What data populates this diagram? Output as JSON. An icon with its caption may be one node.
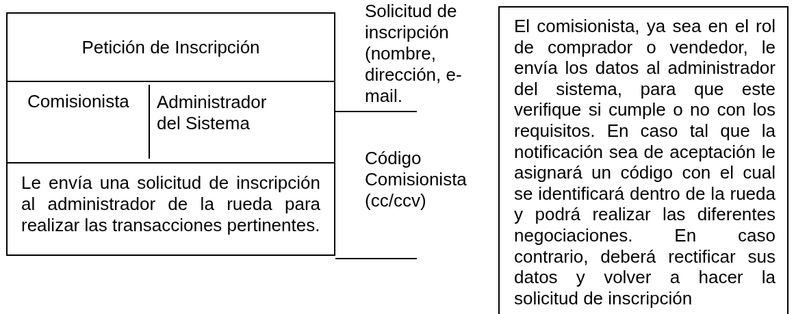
{
  "diagram": {
    "nodes": [
      {
        "text": [
          "Petición de Inscripción"
        ]
      },
      {
        "text": [
          "Comisionista"
        ],
        "in": 0
      },
      {
        "text": [
          "Administrador del Sistema"
        ],
        "in": 0
      },
      {
        "text": [
          "Le envía una solicitud de inscripción al administrador de la rueda para realizar las transacciones pertinentes."
        ],
        "in": 0
      },
      {
        "text": [
          "Solicitud de inscripción (nombre, dirección, e-mail."
        ]
      },
      {
        "text": [
          "Código Comisionista (cc/ccv)"
        ]
      },
      {
        "text": [
          "El comisionista, ya sea en el rol de comprador o vendedor, le envía los datos al administrador del sistema, para que este verifique si cumple o no con los requisitos. En caso tal que la notificación sea de aceptación le asignará un código con el cual se identificará dentro de la rueda y podrá realizar las diferentes negociaciones. En caso contrario, deberá rectificar sus datos y volver a hacer la solicitud de inscripción"
        ]
      }
    ],
    "edges": [
      {
        "from": 0,
        "to": 4,
        "arrow": "none"
      },
      {
        "from": 0,
        "to": 5,
        "arrow": "none"
      }
    ]
  }
}
